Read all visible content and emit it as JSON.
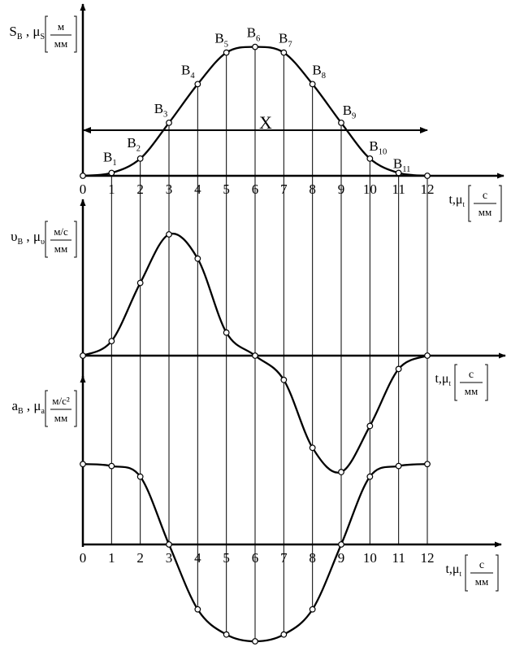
{
  "chart_data": [
    {
      "type": "line",
      "title": "",
      "ylabel": {
        "main": "S",
        "sub1": "B",
        "sep": " , ",
        "mu": "μ",
        "sub2": "S",
        "num": "м",
        "den": "мм"
      },
      "xlabel": {
        "main": "t,μ",
        "sub": "t",
        "num": "с",
        "den": "мм"
      },
      "x": [
        0,
        1,
        2,
        3,
        4,
        5,
        6,
        7,
        8,
        9,
        10,
        11,
        12
      ],
      "values": [
        0,
        0.2,
        1.2,
        3.7,
        6.4,
        8.6,
        9.0,
        8.6,
        6.4,
        3.7,
        1.2,
        0.2,
        0
      ],
      "ylim": [
        0,
        10
      ],
      "point_labels": [
        "B1",
        "B2",
        "B3",
        "B4",
        "B5",
        "B6",
        "B7",
        "B8",
        "B9",
        "B10",
        "B11"
      ],
      "point_label_main": "B",
      "point_label_subs": [
        "1",
        "2",
        "3",
        "4",
        "5",
        "6",
        "7",
        "8",
        "9",
        "10",
        "11"
      ],
      "span_label": "X",
      "span": [
        0,
        12
      ]
    },
    {
      "type": "line",
      "title": "",
      "ylabel": {
        "main": "υ",
        "sub1": "B",
        "sep": " , ",
        "mu": "μ",
        "sub2": "υ",
        "num": "м/с",
        "den": "мм"
      },
      "xlabel": {
        "main": "t,μ",
        "sub": "t",
        "num": "с",
        "den": "мм"
      },
      "x": [
        0,
        1,
        2,
        3,
        4,
        5,
        6,
        7,
        8,
        9,
        10,
        11,
        12
      ],
      "values": [
        0,
        1.2,
        6.0,
        10.0,
        8.0,
        1.9,
        0,
        -2.0,
        -7.6,
        -9.6,
        -5.8,
        -1.1,
        0
      ],
      "ylim": [
        -10,
        10
      ]
    },
    {
      "type": "line",
      "title": "",
      "ylabel": {
        "main": "a",
        "sub1": "B",
        "sep": " , ",
        "mu": "μ",
        "sub2": "a",
        "num": "м/с²",
        "den": "мм"
      },
      "xlabel": {
        "main": "t,μ",
        "sub": "t",
        "num": "с",
        "den": "мм"
      },
      "x": [
        0,
        1,
        2,
        3,
        4,
        5,
        6,
        7,
        8,
        9,
        10,
        11,
        12
      ],
      "values": [
        8.3,
        8.1,
        7.0,
        0,
        -6.7,
        -9.3,
        -10.0,
        -9.3,
        -6.7,
        0,
        7.0,
        8.1,
        8.3
      ],
      "ylim": [
        -10,
        10
      ],
      "tick_labels": [
        "0",
        "1",
        "2",
        "3",
        "4",
        "5",
        "6",
        "7",
        "8",
        "9",
        "10",
        "11",
        "12"
      ]
    }
  ]
}
